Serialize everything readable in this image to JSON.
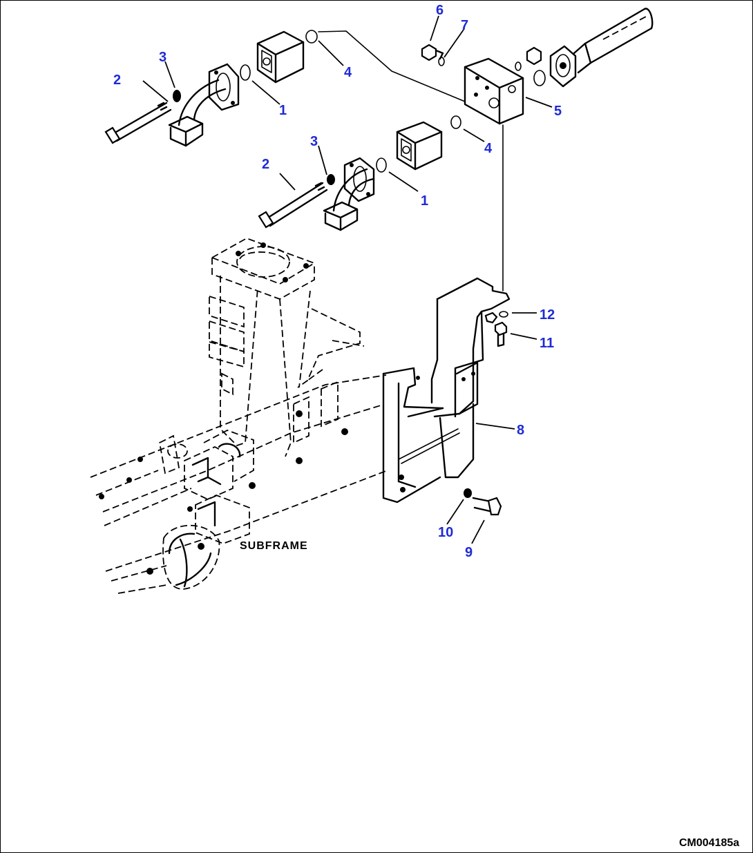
{
  "callouts": [
    {
      "id": "c1a",
      "text": "1"
    },
    {
      "id": "c1b",
      "text": "1"
    },
    {
      "id": "c2a",
      "text": "2"
    },
    {
      "id": "c2b",
      "text": "2"
    },
    {
      "id": "c3a",
      "text": "3"
    },
    {
      "id": "c3b",
      "text": "3"
    },
    {
      "id": "c4a",
      "text": "4"
    },
    {
      "id": "c4b",
      "text": "4"
    },
    {
      "id": "c5",
      "text": "5"
    },
    {
      "id": "c6",
      "text": "6"
    },
    {
      "id": "c7",
      "text": "7"
    },
    {
      "id": "c8",
      "text": "8"
    },
    {
      "id": "c9",
      "text": "9"
    },
    {
      "id": "c10",
      "text": "10"
    },
    {
      "id": "c11",
      "text": "11"
    },
    {
      "id": "c12",
      "text": "12"
    }
  ],
  "labels": {
    "subframe": "SUBFRAME",
    "figure_code": "CM004185a"
  },
  "colors": {
    "callout": "#1f2ad6",
    "line": "#000000",
    "background": "#ffffff"
  }
}
